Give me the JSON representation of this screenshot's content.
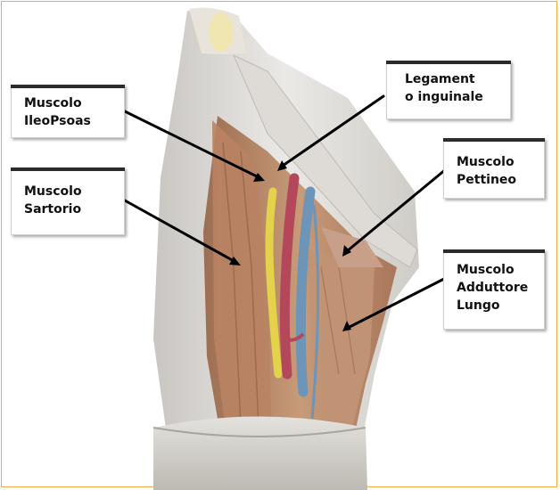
{
  "figure": {
    "colors": {
      "frame": "#f2a74a",
      "skin": "#d9d5cf",
      "muscle": "#b98c6c",
      "artery": "#b4485a",
      "vein": "#6c95b8",
      "nerve": "#e3d24a",
      "leader_line": "#000000"
    }
  },
  "labels": [
    {
      "id": "ileopsoas",
      "text": "Muscolo\nIleoPsoas"
    },
    {
      "id": "sartorio",
      "text": "Muscolo\nSartorio"
    },
    {
      "id": "legamento",
      "text": "Legament\no inguinale"
    },
    {
      "id": "pettineo",
      "text": "Muscolo\nPettineo"
    },
    {
      "id": "adduttore",
      "text": "Muscolo\nAdduttore\nLungo"
    }
  ]
}
